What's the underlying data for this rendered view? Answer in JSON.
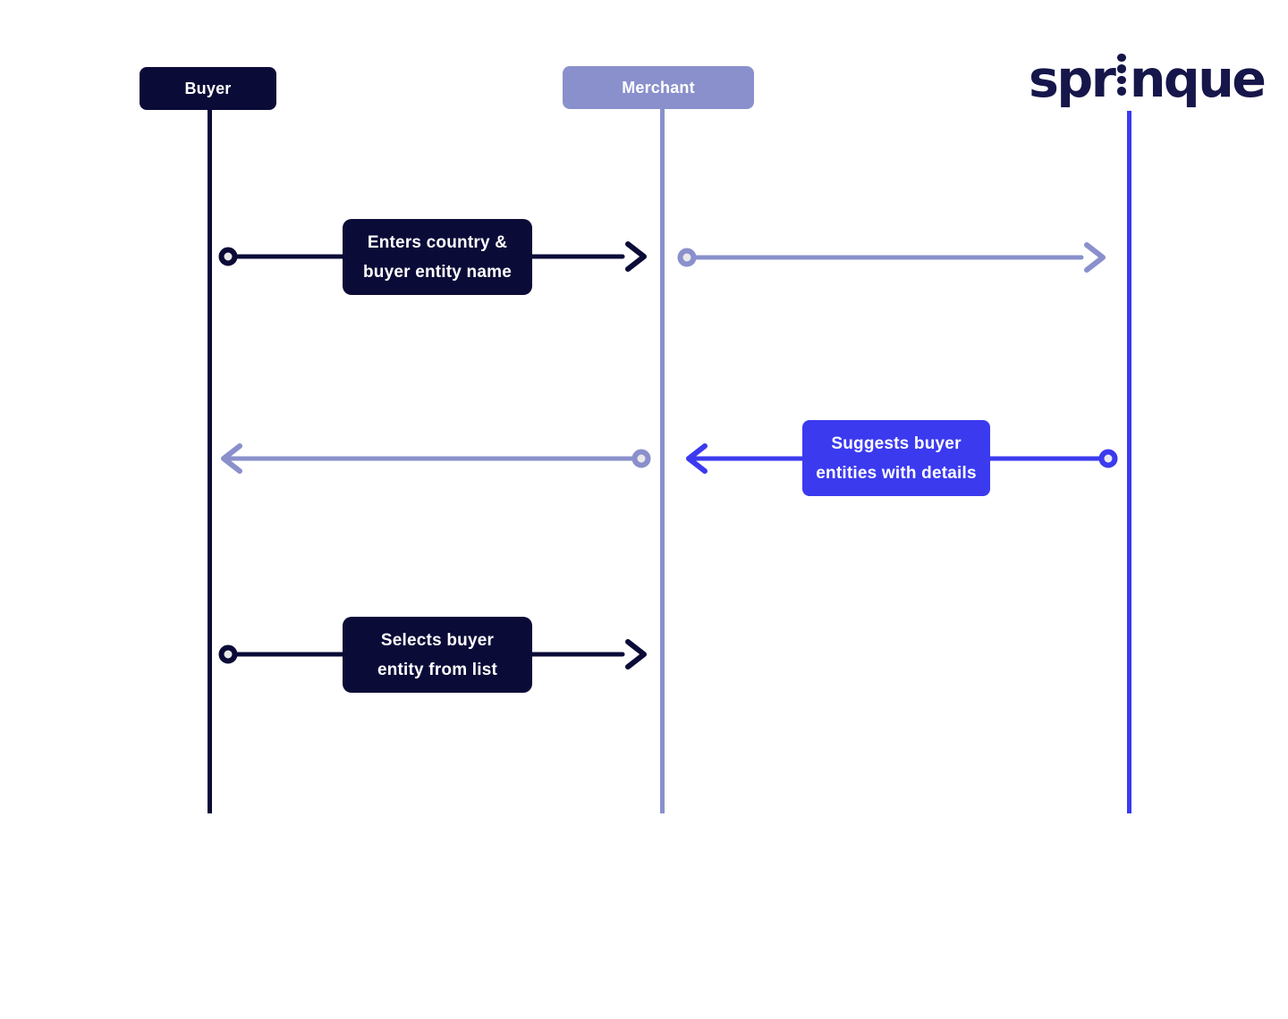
{
  "colors": {
    "navy": "#0B0B38",
    "logonavy": "#16164A",
    "periwinkle": "#8A90CC",
    "blue": "#3B3AEF",
    "nodefill": "#E9E9E9",
    "background": "#FFFFFF"
  },
  "actors": [
    {
      "id": "buyer",
      "label": "Buyer",
      "color": "#0B0B38"
    },
    {
      "id": "merchant",
      "label": "Merchant",
      "color": "#8A90CC"
    },
    {
      "id": "sprinque",
      "label": "sprinque",
      "logo_left": "spr",
      "logo_right": "nque",
      "color": "#3B3AEF"
    }
  ],
  "messages": [
    {
      "from": "Buyer",
      "to": "Merchant",
      "lines": [
        "Enters country &",
        "buyer entity name"
      ]
    },
    {
      "from": "Merchant",
      "to": "Sprinque",
      "lines": []
    },
    {
      "from": "Sprinque",
      "to": "Merchant",
      "lines": [
        "Suggests buyer",
        "entities with details"
      ]
    },
    {
      "from": "Merchant",
      "to": "Buyer",
      "lines": []
    },
    {
      "from": "Buyer",
      "to": "Merchant",
      "lines": [
        "Selects buyer",
        "entity from list"
      ]
    }
  ]
}
